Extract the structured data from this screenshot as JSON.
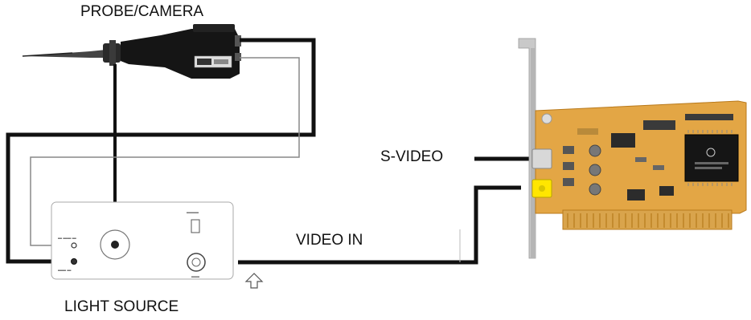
{
  "labels": {
    "probe_camera": "PROBE/CAMERA",
    "s_video": "S-VIDEO",
    "video_in": "VIDEO IN",
    "light_source": "LIGHT SOURCE"
  },
  "colors": {
    "cable": "#111111",
    "thin_wire": "#888888",
    "pcb": "#e3a645",
    "bracket": "#c9c9c9",
    "chip": "#151515",
    "rca_yellow": "#ffe600"
  },
  "icons": {
    "arrow": "up-arrow-icon"
  }
}
